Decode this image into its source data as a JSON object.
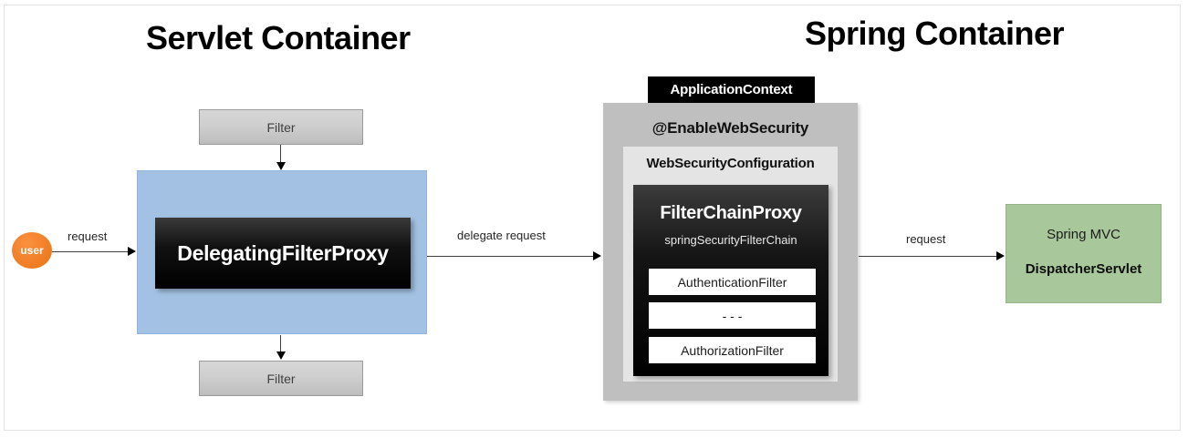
{
  "titles": {
    "servlet_container": "Servlet Container",
    "spring_container": "Spring Container"
  },
  "actor": {
    "user_label": "user"
  },
  "servlet_container": {
    "filter_top_label": "Filter",
    "filter_bottom_label": "Filter",
    "delegating_filter_proxy_label": "DelegatingFilterProxy"
  },
  "arrows": {
    "request_in": "request",
    "delegate_request": "delegate request",
    "request_out": "request"
  },
  "spring_container": {
    "application_context_label": "ApplicationContext",
    "enable_web_security_label": "@EnableWebSecurity",
    "web_security_configuration_label": "WebSecurityConfiguration",
    "filter_chain_proxy": {
      "title": "FilterChainProxy",
      "subtitle": "springSecurityFilterChain",
      "chain": [
        {
          "label": "AuthenticationFilter"
        },
        {
          "label": "- - -"
        },
        {
          "label": "AuthorizationFilter"
        }
      ]
    }
  },
  "spring_mvc": {
    "line1": "Spring MVC",
    "line2": "DispatcherServlet"
  },
  "colors": {
    "user_oval": "#f07e26",
    "delegating_proxy_container": "#a3c2e3",
    "filter_box": "#cfcfcf",
    "application_context_body": "#bfbfbf",
    "web_security_configuration": "#e4e4e4",
    "filter_chain_proxy": "#000000",
    "spring_mvc_box": "#a8c79a"
  }
}
